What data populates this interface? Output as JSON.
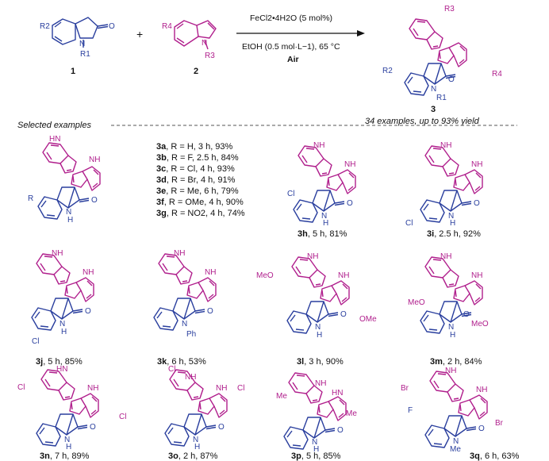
{
  "colors": {
    "core": "#2a3f9e",
    "indole": "#b01e8c",
    "wedge": "#c0392b",
    "text": "#111111"
  },
  "reaction": {
    "plus": "+",
    "reactant1": {
      "label": "1",
      "atoms": {
        "O": "O",
        "N": "N",
        "R1": "R1",
        "R2": "R2"
      }
    },
    "reactant2": {
      "label": "2",
      "atoms": {
        "N": "N",
        "R3": "R3",
        "R4": "R4"
      }
    },
    "conditions": {
      "line1": "FeCl2•4H2O (5 mol%)",
      "line2": "EtOH (0.5 mol·L−1), 65 °C",
      "line3": "Air"
    },
    "product": {
      "label": "3",
      "atoms": {
        "O": "O",
        "N": "N",
        "R1": "R1",
        "R2": "R2",
        "R3": "R3",
        "R4": "R4"
      }
    },
    "summary": "34 examples, up to 93% yield"
  },
  "section_header": "Selected examples",
  "series_3a_3g": [
    {
      "id": "3a",
      "text": ", R = H, 3 h, 93%"
    },
    {
      "id": "3b",
      "text": ", R = F, 2.5 h, 84%"
    },
    {
      "id": "3c",
      "text": ", R = Cl, 4 h, 93%"
    },
    {
      "id": "3d",
      "text": ", R = Br, 4 h, 91%"
    },
    {
      "id": "3e",
      "text": ", R = Me, 6 h, 79%"
    },
    {
      "id": "3f",
      "text": ", R = OMe, 4 h, 90%"
    },
    {
      "id": "3g",
      "text": ", R = NO2, 4 h, 74%"
    }
  ],
  "examples": [
    {
      "id": "3h",
      "text": ", 5 h, 81%"
    },
    {
      "id": "3i",
      "text": ", 2.5 h, 92%"
    },
    {
      "id": "3j",
      "text": ", 5 h, 85%"
    },
    {
      "id": "3k",
      "text": ", 6 h, 53%"
    },
    {
      "id": "3l",
      "text": ", 3 h, 90%"
    },
    {
      "id": "3m",
      "text": ", 2 h, 84%"
    },
    {
      "id": "3n",
      "text": ", 7 h, 89%"
    },
    {
      "id": "3o",
      "text": ", 2 h, 87%"
    },
    {
      "id": "3p",
      "text": ", 5 h, 85%"
    },
    {
      "id": "3q",
      "text": ", 6 h, 63%"
    }
  ],
  "atom_labels": {
    "NH": "NH",
    "HN": "HN",
    "N": "N",
    "H": "H",
    "O": "O",
    "R": "R",
    "Cl": "Cl",
    "Br": "Br",
    "F": "F",
    "Me": "Me",
    "MeO": "MeO",
    "OMe": "OMe",
    "Ph": "Ph"
  }
}
